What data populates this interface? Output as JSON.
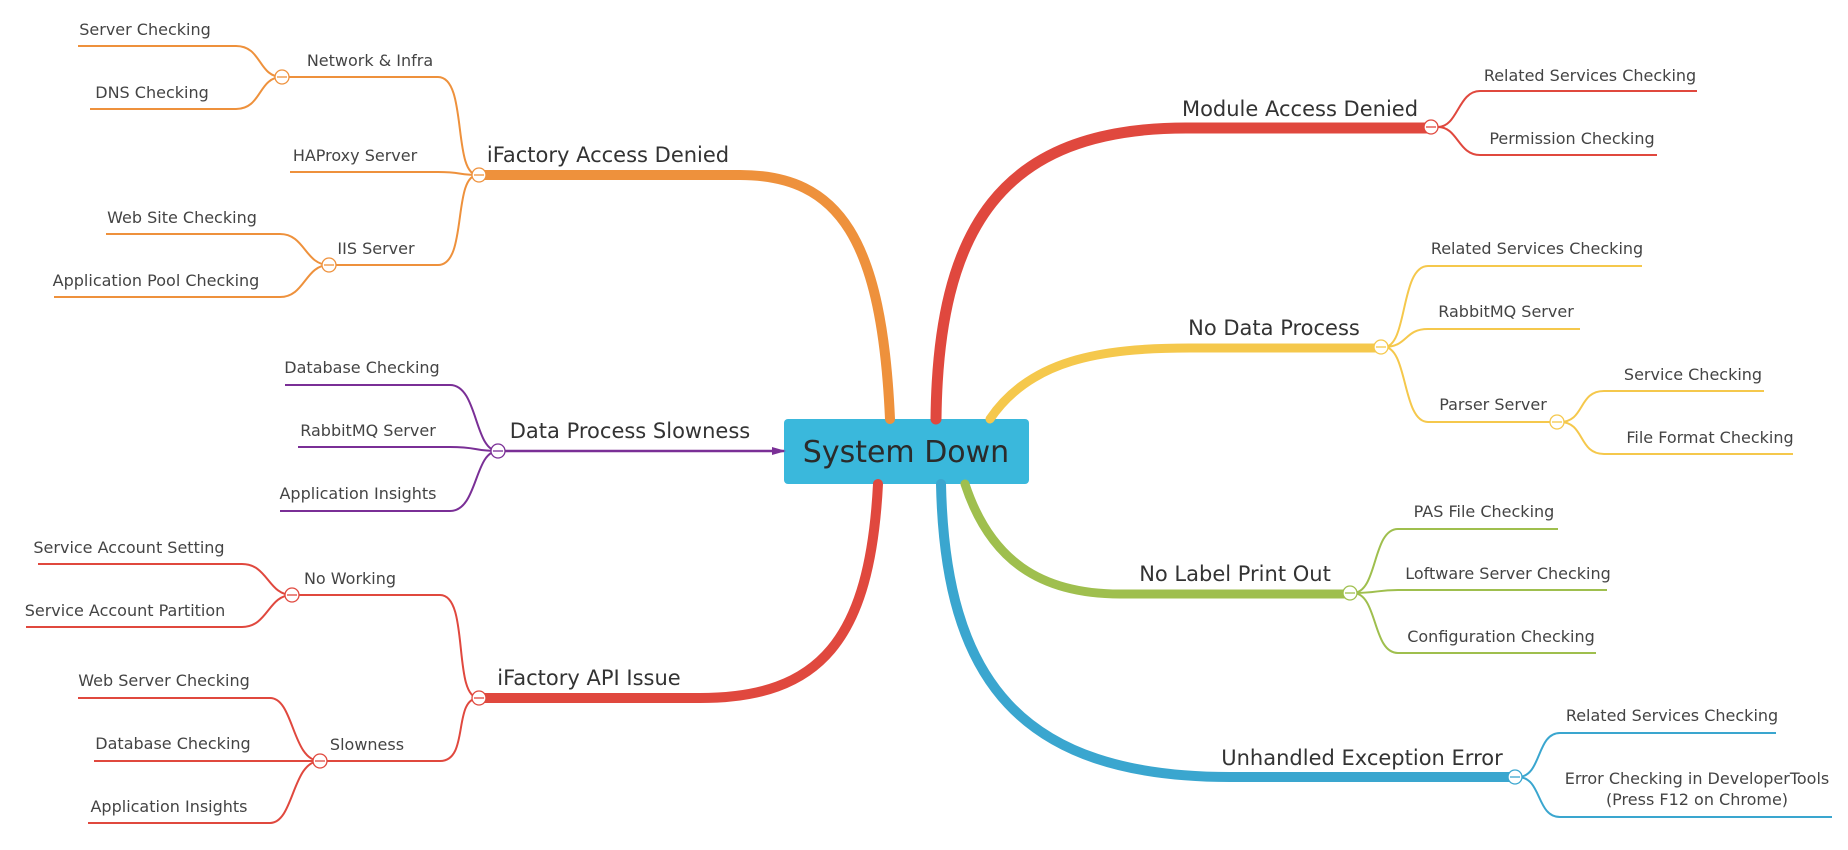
{
  "root": {
    "label": "System Down",
    "color": "#3ab8dc"
  },
  "branches": [
    {
      "id": "module",
      "label": "Module Access Denied",
      "color": "#e0483e",
      "children": [
        {
          "label": "Related Services Checking"
        },
        {
          "label": "Permission Checking"
        }
      ]
    },
    {
      "id": "nodata",
      "label": "No Data Process",
      "color": "#f5c84c",
      "children": [
        {
          "label": "Related Services Checking"
        },
        {
          "label": "RabbitMQ Server"
        },
        {
          "label": "Parser Server",
          "children": [
            {
              "label": "Service Checking"
            },
            {
              "label": "File Format Checking"
            }
          ]
        }
      ]
    },
    {
      "id": "label",
      "label": "No Label Print Out",
      "color": "#9fbf4e",
      "children": [
        {
          "label": "PAS File Checking"
        },
        {
          "label": "Loftware Server Checking"
        },
        {
          "label": "Configuration Checking"
        }
      ]
    },
    {
      "id": "unhandled",
      "label": "Unhandled Exception Error",
      "color": "#3aa6cf",
      "children": [
        {
          "label": "Related Services Checking"
        },
        {
          "label": "Error Checking in DeveloperTools",
          "label2": "(Press F12 on Chrome)"
        }
      ]
    },
    {
      "id": "ifaccess",
      "label": "iFactory Access Denied",
      "color": "#ee913c",
      "children": [
        {
          "label": "Network & Infra",
          "children": [
            {
              "label": "Server Checking"
            },
            {
              "label": "DNS Checking"
            }
          ]
        },
        {
          "label": "HAProxy Server"
        },
        {
          "label": "IIS Server",
          "children": [
            {
              "label": "Web Site Checking"
            },
            {
              "label": "Application Pool Checking"
            }
          ]
        }
      ]
    },
    {
      "id": "slowness",
      "label": "Data Process Slowness",
      "color": "#7a2f96",
      "children": [
        {
          "label": "Database Checking"
        },
        {
          "label": "RabbitMQ Server"
        },
        {
          "label": "Application Insights"
        }
      ]
    },
    {
      "id": "api",
      "label": "iFactory API Issue",
      "color": "#e0483e",
      "children": [
        {
          "label": "No Working",
          "children": [
            {
              "label": "Service Account Setting"
            },
            {
              "label": "Service Account Partition"
            }
          ]
        },
        {
          "label": "Slowness",
          "children": [
            {
              "label": "Web Server Checking"
            },
            {
              "label": "Database Checking"
            },
            {
              "label": "Application Insights"
            }
          ]
        }
      ]
    }
  ]
}
